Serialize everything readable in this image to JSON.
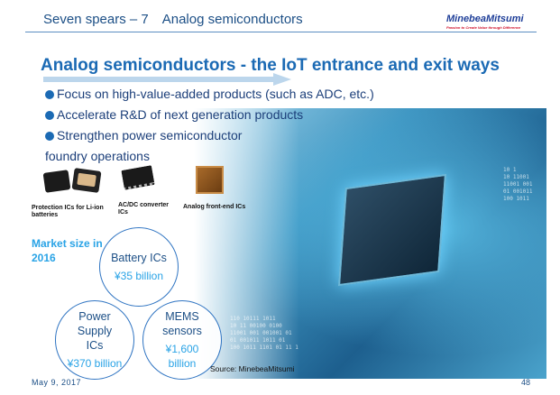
{
  "header": {
    "section_title": "Seven spears – 7 Analog semiconductors",
    "logo": "MinebeaMitsumi",
    "logo_tagline": "Passion to Create Value through Difference"
  },
  "title": "Analog semiconductors - the IoT entrance and exit ways",
  "bullets": [
    "Focus on high-value-added products (such as ADC, etc.)",
    "Accelerate R&D of next generation products",
    "Strengthen power semiconductor",
    "foundry operations"
  ],
  "products": [
    {
      "label": "Protection ICs for Li-ion batteries"
    },
    {
      "label": "AC/DC converter ICs"
    },
    {
      "label": "Analog front-end ICs"
    }
  ],
  "market": {
    "heading": "Market size in 2016",
    "items": [
      {
        "name": "Battery ICs",
        "value": "¥35 billion"
      },
      {
        "name": "Power Supply ICs",
        "value": "¥370 billion"
      },
      {
        "name": "MEMS sensors",
        "value": "¥1,600 billion"
      }
    ]
  },
  "background_binary": "110 10111 1011\n10 11 00100 0100\n11001 001 001001 01\n01 001011 1011 01\n100 1011 1101 01 11 1",
  "source": "Source: MinebeaMitsumi",
  "footer": {
    "date": "May 9, 2017",
    "page": "48"
  },
  "colors": {
    "title": "#1b6ab4",
    "accent": "#29a3e6",
    "header": "#1c4f86"
  }
}
